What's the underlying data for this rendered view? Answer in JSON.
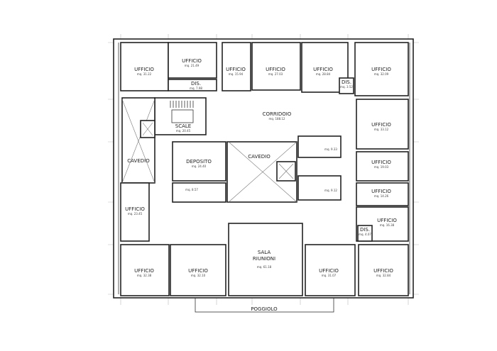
{
  "plan": {
    "rooms": [
      {
        "id": "ufficio-1",
        "name": "UFFICIO",
        "area": "mq. 31.22"
      },
      {
        "id": "ufficio-2",
        "name": "UFFICIO",
        "area": "mq. 21.49"
      },
      {
        "id": "dis-1",
        "name": "DIS.",
        "area": "mq. 7.98"
      },
      {
        "id": "ufficio-3",
        "name": "UFFICIO",
        "area": "mq. 15.94"
      },
      {
        "id": "ufficio-4",
        "name": "UFFICIO",
        "area": "mq. 27.03"
      },
      {
        "id": "ufficio-5",
        "name": "UFFICIO",
        "area": "mq. 28.84"
      },
      {
        "id": "dis-2",
        "name": "DIS.",
        "area": "mq. 3.52"
      },
      {
        "id": "ufficio-6",
        "name": "UFFICIO",
        "area": "mq. 32.09"
      },
      {
        "id": "corridoio",
        "name": "CORRIDOIO",
        "area": "mq. 188.12"
      },
      {
        "id": "scale",
        "name": "SCALE",
        "area": "mq. 20.45"
      },
      {
        "id": "cavedio-left",
        "name": "CAVEDIO",
        "area": ""
      },
      {
        "id": "deposito",
        "name": "DEPOSITO",
        "area": "mq. 24.40"
      },
      {
        "id": "cavedio-center",
        "name": "CAVEDIO",
        "area": ""
      },
      {
        "id": "wc-1",
        "name": "",
        "area": "mq. 8.57"
      },
      {
        "id": "wc-2",
        "name": "",
        "area": "mq. 9.33"
      },
      {
        "id": "wc-3",
        "name": "",
        "area": "mq. 9.12"
      },
      {
        "id": "ufficio-7",
        "name": "UFFICIO",
        "area": "mq. 33.12"
      },
      {
        "id": "ufficio-8",
        "name": "UFFICIO",
        "area": "mq. 19.03"
      },
      {
        "id": "ufficio-9",
        "name": "UFFICIO",
        "area": "mq. 14.26"
      },
      {
        "id": "ufficio-10",
        "name": "UFFICIO",
        "area": "mq. 16.38"
      },
      {
        "id": "dis-3",
        "name": "DIS.",
        "area": "mq. 4.07"
      },
      {
        "id": "ufficio-11",
        "name": "UFFICIO",
        "area": "mq. 23.45"
      },
      {
        "id": "ufficio-12",
        "name": "UFFICIO",
        "area": "mq. 32.38"
      },
      {
        "id": "ufficio-13",
        "name": "UFFICIO",
        "area": "mq. 32.10"
      },
      {
        "id": "sala-riunioni",
        "name": "SALA RIUNIONI",
        "area": "mq. 61.18"
      },
      {
        "id": "ufficio-14",
        "name": "UFFICIO",
        "area": "mq. 31.07"
      },
      {
        "id": "ufficio-15",
        "name": "UFFICIO",
        "area": "mq. 32.84"
      },
      {
        "id": "poggiolo",
        "name": "POGGIOLO",
        "area": ""
      }
    ]
  }
}
